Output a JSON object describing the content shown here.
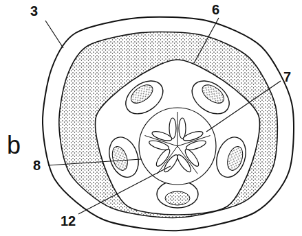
{
  "diagram": {
    "labels": [
      "b",
      "3",
      "6",
      "7",
      "8",
      "12"
    ]
  }
}
